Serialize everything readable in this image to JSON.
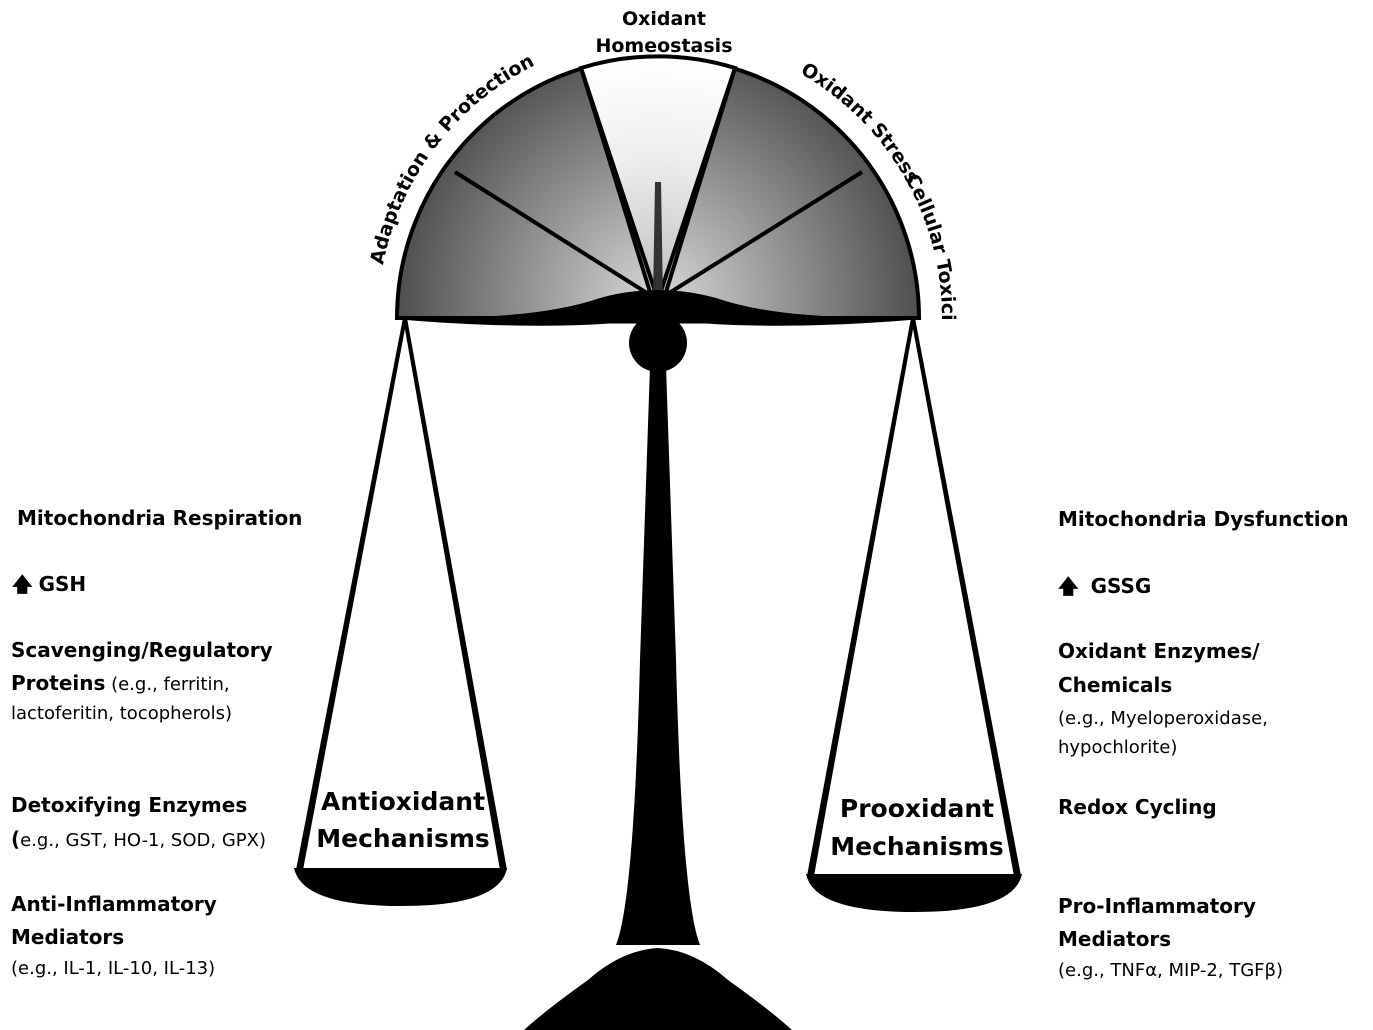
{
  "gauge": {
    "top_label_line1": "Oxidant",
    "top_label_line2": "Homeostasis",
    "adaptation": "Adaptation  &  Protection",
    "oxidant_stress": "Oxidant Stress",
    "cellular_toxicity": "Cellular Toxicity"
  },
  "pans": {
    "left_line1": "Antioxidant",
    "left_line2": "Mechanisms",
    "right_line1": "Prooxidant",
    "right_line2": "Mechanisms"
  },
  "left": {
    "mito": "Mitochondria Respiration",
    "arrow": "🡅",
    "gsh": "GSH",
    "scav_bold1": "Scavenging/Regulatory",
    "scav_bold2": "Proteins",
    "scav_ex1": " (e.g., ferritin,",
    "scav_ex2": "lactoferitin, tocopherols)",
    "detox": "Detoxifying Enzymes",
    "detox_paren": "(",
    "detox_ex": "e.g., GST, HO-1, SOD, GPX)",
    "anti1": "Anti-Inflammatory",
    "anti2": "Mediators",
    "anti_ex": "(e.g., IL-1, IL-10, IL-13)"
  },
  "right": {
    "mito": "Mitochondria Dysfunction",
    "arrow": "🡅",
    "gssg": "GSSG",
    "ox1": "Oxidant Enzymes/",
    "ox2": "Chemicals",
    "ox_ex1": "(e.g., Myeloperoxidase,",
    "ox_ex2": "hypochlorite)",
    "redox": "Redox Cycling",
    "pro1": "Pro-Inflammatory",
    "pro2": "Mediators",
    "pro_ex": "(e.g., TNFα, MIP-2, TGFβ)"
  }
}
